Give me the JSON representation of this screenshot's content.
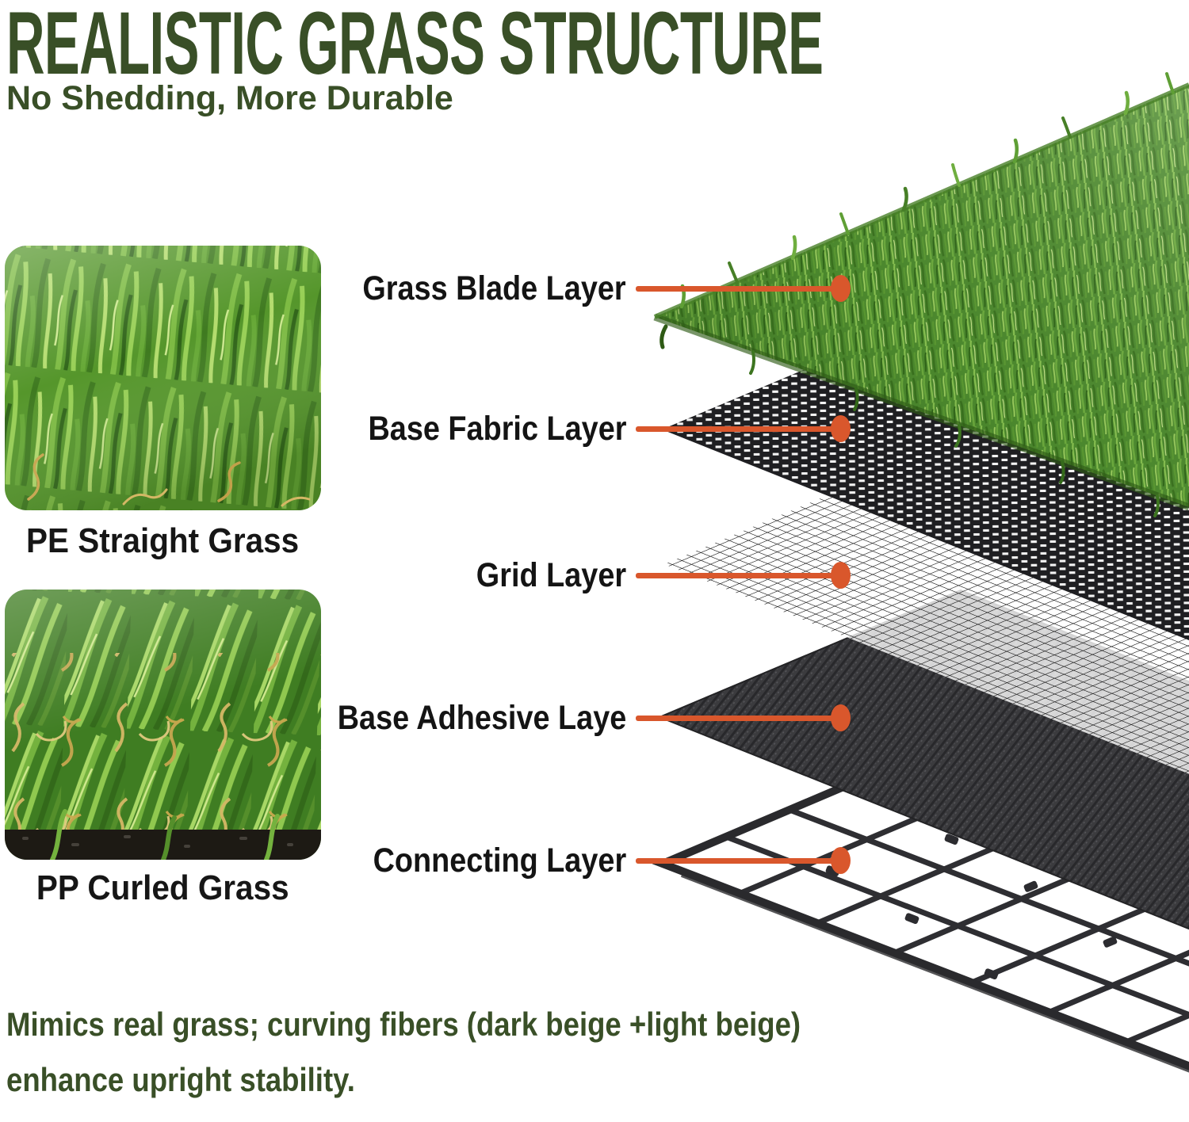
{
  "header": {
    "title": "REALISTIC GRASS STRUCTURE",
    "subtitle": "No Shedding, More Durable"
  },
  "photos": [
    {
      "caption": "PE Straight Grass"
    },
    {
      "caption": "PP Curled Grass"
    }
  ],
  "diagram": {
    "labels": [
      {
        "label": "Grass Blade Layer"
      },
      {
        "label": "Base Fabric Layer"
      },
      {
        "label": "Grid Layer"
      },
      {
        "label": "Base Adhesive Laye"
      },
      {
        "label": "Connecting Layer"
      }
    ]
  },
  "footer": {
    "line1": "Mimics real grass; curving fibers  (dark beige  +light beige)",
    "line2": "enhance upright stability."
  },
  "colors": {
    "accent_orange": "#D9572C",
    "heading_green": "#394F27",
    "label_text": "#141414",
    "turf_green": "#4E8C2F"
  }
}
